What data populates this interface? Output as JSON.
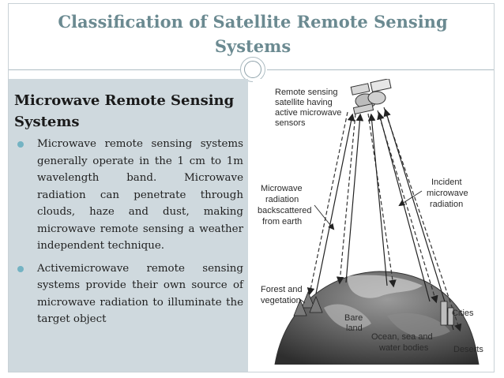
{
  "slide": {
    "title": "Classification of Satellite Remote Sensing Systems",
    "heading": "Microwave Remote Sensing Systems",
    "bullets": [
      "Microwave remote sensing systems generally operate in the 1 cm to 1m wavelength band. Microwave radiation can penetrate through clouds, haze and dust, making microwave remote sensing a weather independent technique.",
      "Activemicrowave remote sensing systems provide their own source of microwave radiation to illuminate the target object"
    ]
  },
  "figure": {
    "satellite_label": [
      "Remote sensing",
      "satellite having",
      "active microwave",
      "sensors"
    ],
    "backscatter_label": [
      "Microwave",
      "radiation",
      "backscattered",
      "from earth"
    ],
    "incident_label": [
      "Incident",
      "microwave",
      "radiation"
    ],
    "forest_label": [
      "Forest and",
      "vegetation"
    ],
    "bare_land_label": [
      "Bare",
      "land"
    ],
    "ocean_label": [
      "Ocean, sea and",
      "water bodies"
    ],
    "cities_label": "Cities",
    "deserts_label": "Deserts"
  }
}
